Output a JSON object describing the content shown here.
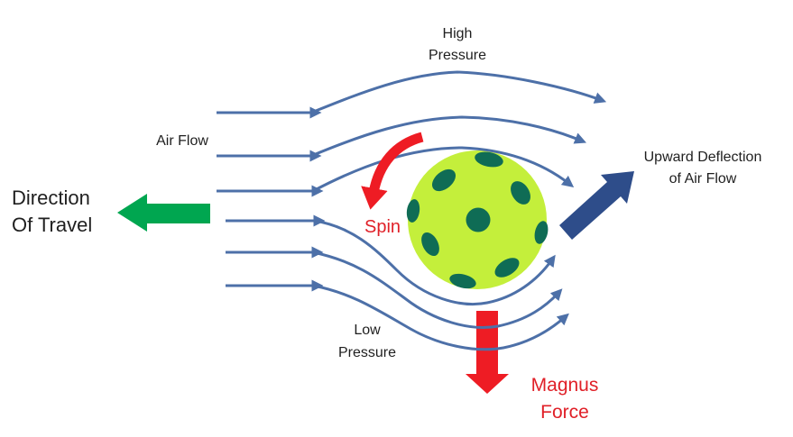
{
  "labels": {
    "high_pressure": [
      "High",
      "Pressure"
    ],
    "air_flow": "Air Flow",
    "direction_of_travel": [
      "Direction",
      "Of Travel"
    ],
    "spin": "Spin",
    "upward_deflection": [
      "Upward Deflection",
      "of Air Flow"
    ],
    "low_pressure": [
      "Low",
      "Pressure"
    ],
    "magnus_force": [
      "Magnus",
      "Force"
    ]
  },
  "colors": {
    "background": "#ffffff",
    "streamline_blue": "#4d70a8",
    "navy_arrow": "#2e4d8a",
    "green_arrow": "#00a650",
    "red_arrow": "#ee1c24",
    "red_text": "#e02028",
    "black_text": "#1f1f1f",
    "ball_fill": "#c4ef3b",
    "ball_dot": "#0f6c55"
  },
  "icons": {
    "direction_arrow": "left-block-arrow",
    "upward_deflection_arrow": "up-right-block-arrow",
    "magnus_arrow": "down-block-arrow",
    "spin_arrow": "curved-ccw-arrow",
    "streamline_arrowhead": "right-chevron"
  }
}
